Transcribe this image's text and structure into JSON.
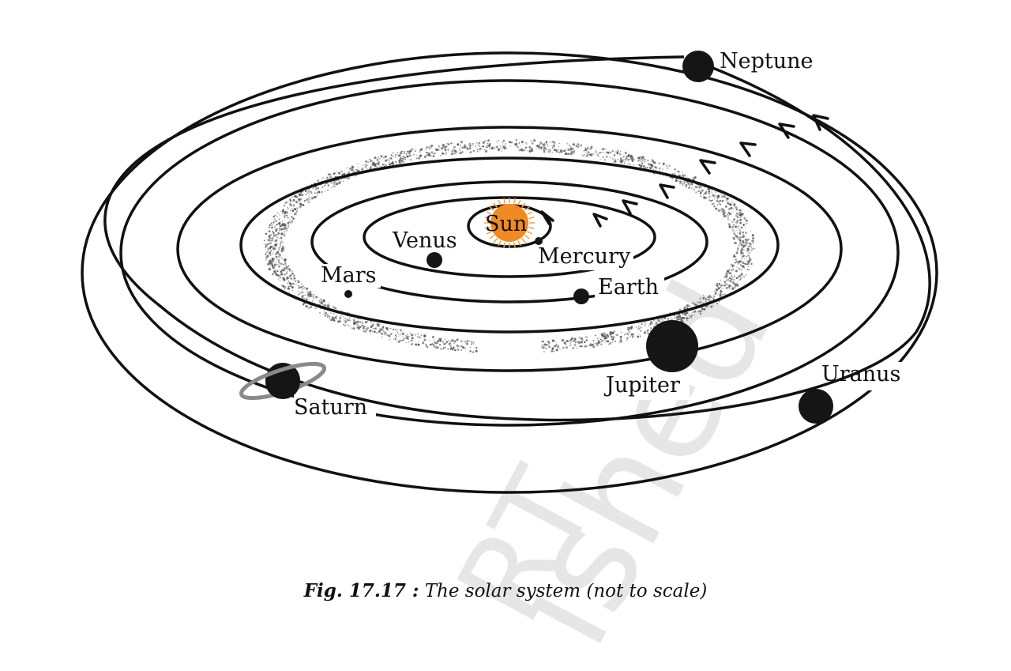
{
  "watermark": [
    "ished",
    "RT"
  ],
  "caption": {
    "figure": "Fig. 17.17 :",
    "text": "The solar system (not to scale)"
  },
  "colors": {
    "sun": "#f08a24",
    "sun_rays": "#f2a24a",
    "orbit": "#111111",
    "planet": "#151515",
    "saturn_ring": "#8a8a8a",
    "asteroid": "#555555"
  },
  "labels": {
    "sun": "Sun",
    "mercury": "Mercury",
    "venus": "Venus",
    "earth": "Earth",
    "mars": "Mars",
    "jupiter": "Jupiter",
    "saturn": "Saturn",
    "uranus": "Uranus",
    "neptune": "Neptune"
  }
}
